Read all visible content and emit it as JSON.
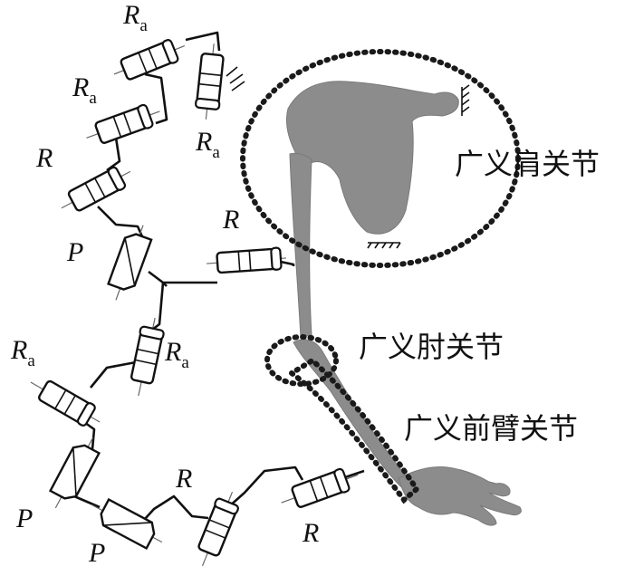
{
  "joint_labels": {
    "r": "R",
    "ra": "R",
    "p": "P",
    "subscript_a": "a"
  },
  "regions": {
    "shoulder": "广义肩关节",
    "elbow": "广义肘关节",
    "forearm": "广义前臂关节"
  },
  "colors": {
    "arm_fill": "#8c8c8c",
    "line": "#111111"
  }
}
